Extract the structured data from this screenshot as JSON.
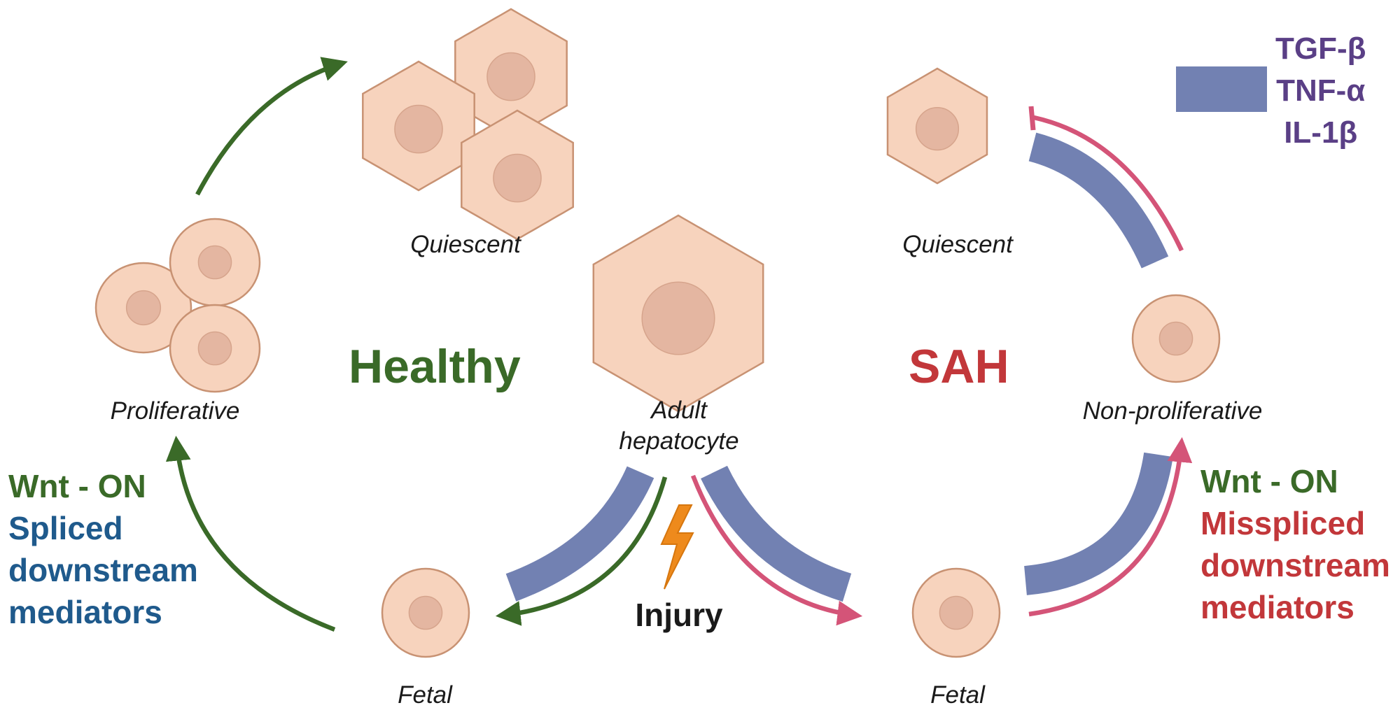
{
  "colors": {
    "healthy_green": "#3a6a28",
    "sah_red": "#c2373a",
    "spliced_blue": "#1f5a8c",
    "cytokine_purple": "#5a3f86",
    "band_blue": "#7281b2",
    "pink_arrow": "#d45478",
    "cell_fill": "#f7d3bd",
    "cell_stroke": "#c89273",
    "nucleus_fill": "#e4b6a1",
    "lightning_orange": "#ee8a1c"
  },
  "healthy": {
    "title": "Healthy",
    "quiescent_label": "Quiescent",
    "proliferative_label": "Proliferative",
    "fetal_label": "Fetal",
    "wnt_label": "Wnt - ON",
    "mediators_lines": [
      "Spliced",
      "downstream",
      "mediators"
    ]
  },
  "center": {
    "adult_label_lines": [
      "Adult",
      "hepatocyte"
    ],
    "injury_label": "Injury"
  },
  "sah": {
    "title": "SAH",
    "quiescent_label": "Quiescent",
    "non_proliferative_label": "Non-proliferative",
    "fetal_label": "Fetal",
    "wnt_label": "Wnt - ON",
    "mediators_lines": [
      "Misspliced",
      "downstream",
      "mediators"
    ]
  },
  "legend": {
    "cytokines": [
      "TGF-β",
      "TNF-α",
      "IL-1β"
    ]
  },
  "icons": [
    "hexagonal-hepatocyte-icon",
    "round-cell-icon",
    "lightning-bolt-icon",
    "green-arrow-icon",
    "pink-arrow-icon",
    "inhibition-arrow-icon",
    "cytokine-band-icon"
  ]
}
